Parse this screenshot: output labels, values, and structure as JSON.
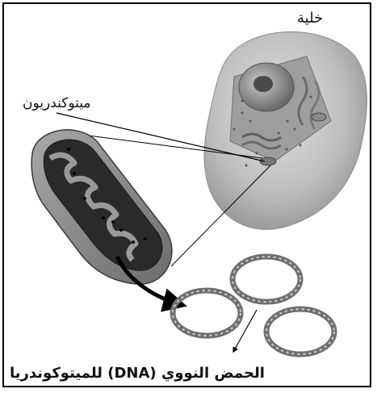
{
  "labels": {
    "cell": "خلية",
    "mitochondrion": "ميتوكندريون",
    "mito_dna": "الحمض النووي (DNA) للميتوكوندريا"
  },
  "colors": {
    "cell_body": "#bdbdbd",
    "mitochondrion": "#8a8a8a",
    "dna_ring": "#6f6f6f",
    "border": "#000000"
  }
}
